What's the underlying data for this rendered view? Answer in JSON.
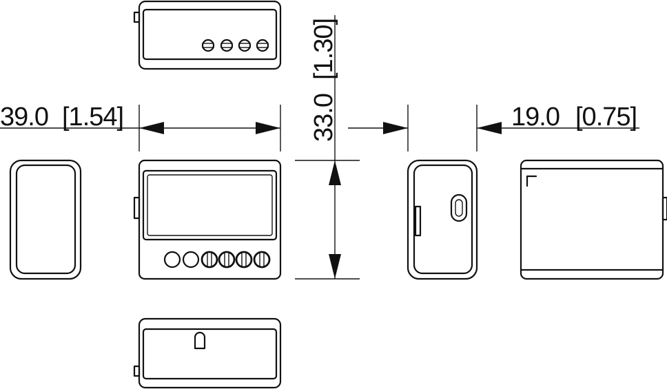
{
  "dimensions": {
    "width": {
      "mm": "39.0",
      "inch": "[1.54]"
    },
    "height": {
      "mm": "33.0",
      "inch": "[1.30]"
    },
    "depth": {
      "mm": "19.0",
      "inch": "[0.75]"
    }
  },
  "line_color": "#111111",
  "background_color": "#ffffff"
}
